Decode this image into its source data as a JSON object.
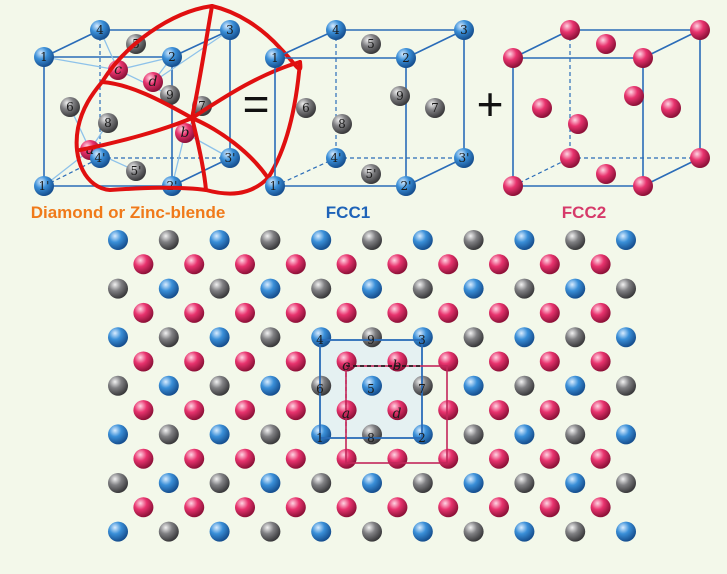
{
  "labels": {
    "diamond": "Diamond or Zinc-blende",
    "fcc1": "FCC1",
    "fcc2": "FCC2",
    "equals": "=",
    "plus": "+"
  },
  "cube1": {
    "corners_front": [
      "1",
      "2",
      "2'",
      "1'"
    ],
    "corners_back": [
      "4",
      "3",
      "3'",
      "4'"
    ],
    "face_atoms": [
      "5",
      "6",
      "7",
      "8",
      "9",
      "5'"
    ],
    "inner_atoms": [
      "a",
      "b",
      "c",
      "d"
    ]
  },
  "cube2": {
    "corners_front": [
      "1",
      "2",
      "2'",
      "1'"
    ],
    "corners_back": [
      "4",
      "3",
      "3'",
      "4'"
    ],
    "face_atoms": [
      "5",
      "6",
      "7",
      "8",
      "9",
      "5'"
    ]
  },
  "lattice": {
    "square_labels": [
      "4",
      "9",
      "3",
      "6",
      "5",
      "7",
      "1",
      "8",
      "2"
    ],
    "inner_labels": [
      "c",
      "b",
      "a",
      "d"
    ]
  },
  "colors": {
    "blue_atom": "#3a8fd8",
    "gray_atom": "#7d7d80",
    "pink_atom": "#e8336e",
    "cube_line": "#2a6cb8",
    "diamond_label": "#f07a1a",
    "fcc1_label": "#1e63b8",
    "fcc2_label": "#d63a6a",
    "marker": "#e01010"
  }
}
